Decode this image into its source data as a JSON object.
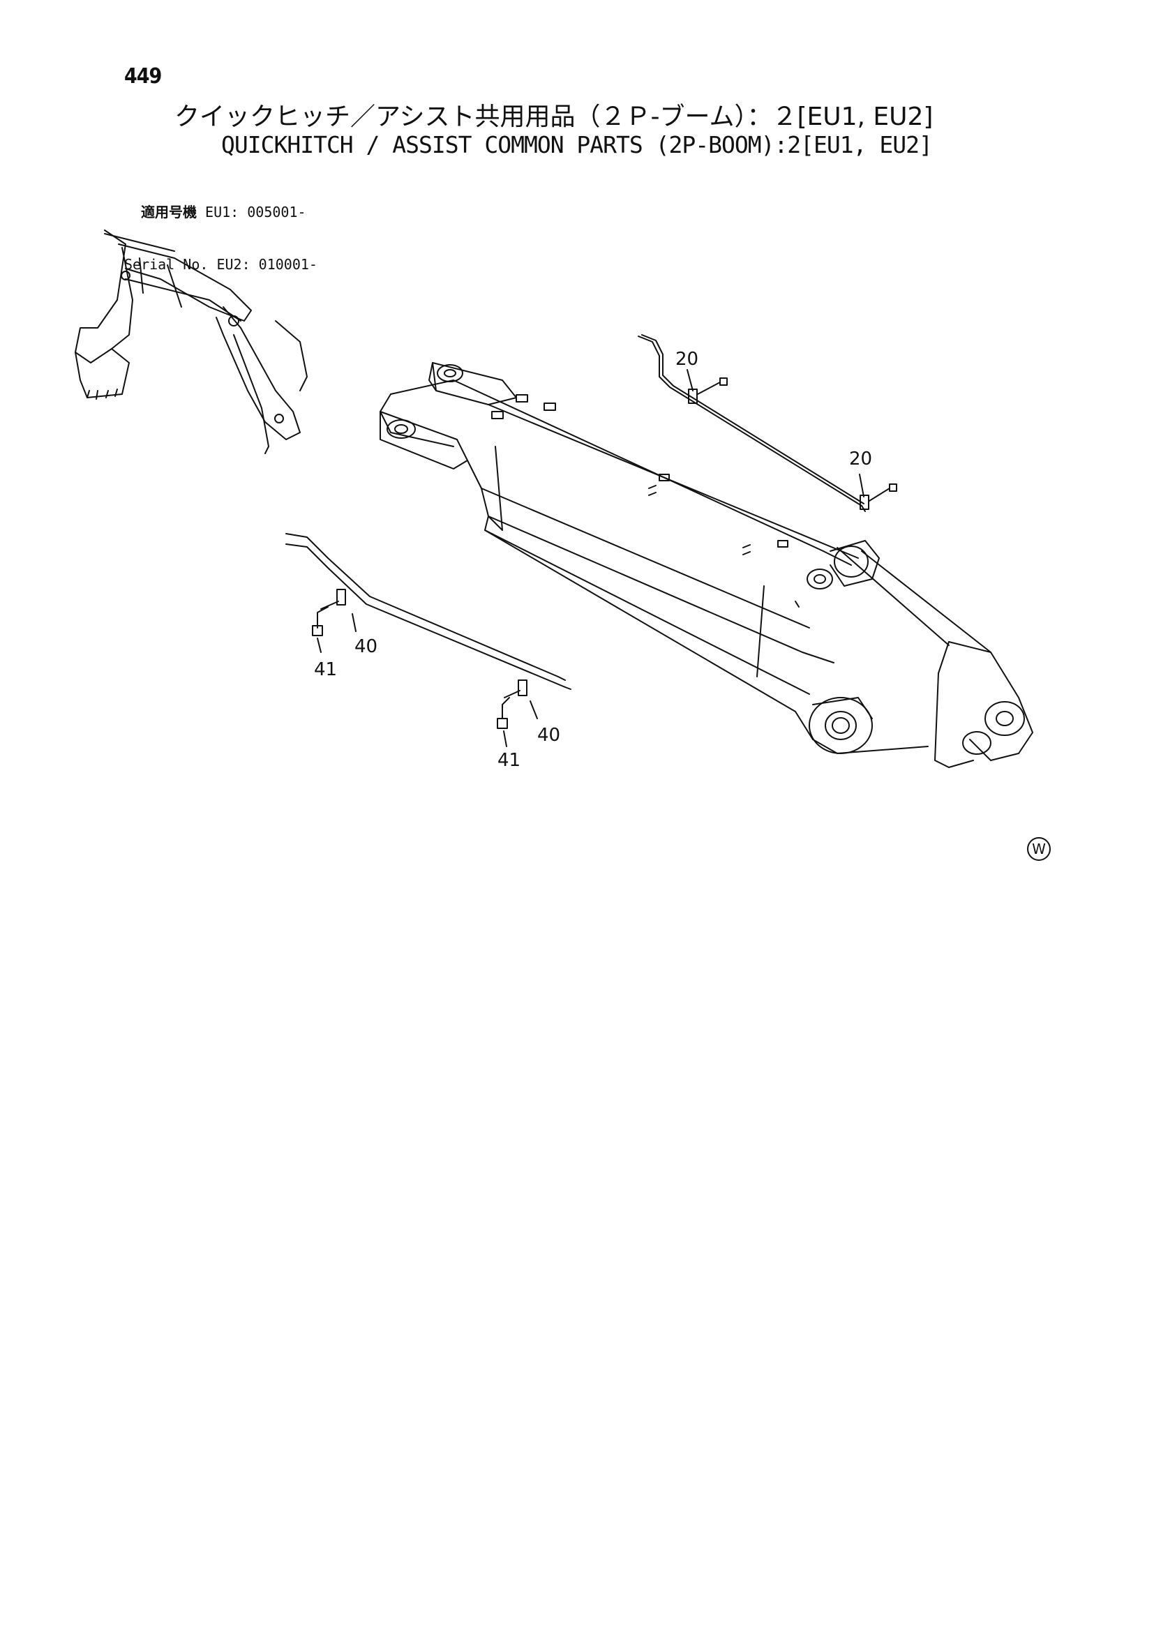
{
  "page_number": "449",
  "title_jp": "クイックヒッチ／アシスト共用用品（２Ｐ-ブーム）：２[EU1, EU2]",
  "title_en": "QUICKHITCH / ASSIST COMMON PARTS (2P-BOOM):2[EU1, EU2]",
  "serial": {
    "label_jp": "適用号機",
    "label_en": "Serial No.",
    "eu1": "EU1: 005001-",
    "eu2": "EU2: 010001-"
  },
  "callouts": {
    "c20a": "20",
    "c20b": "20",
    "c40a": "40",
    "c41a": "41",
    "c40b": "40",
    "c41b": "41"
  },
  "corner_mark": "W"
}
